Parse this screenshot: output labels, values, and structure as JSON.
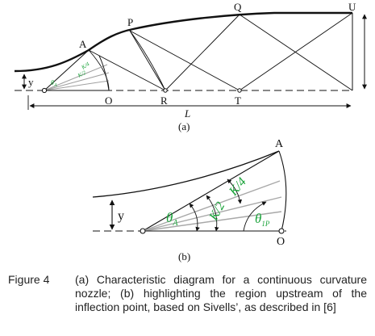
{
  "diagram_a": {
    "points": {
      "A": "A",
      "P": "P",
      "Q": "Q",
      "U": "U",
      "O": "O",
      "R": "R",
      "T": "T"
    },
    "y_label": "y",
    "L_label": "L",
    "theta": "θ",
    "theta_sub": "A",
    "k4": "K/4",
    "k2": "K/2",
    "panel": "(a)"
  },
  "diagram_b": {
    "A": "A",
    "O": "O",
    "y_label": "y",
    "theta": "θ",
    "theta_A_sub": "A",
    "theta_1P_sub": "1P",
    "k4": "K/4",
    "k2": "K/2",
    "panel": "(b)"
  },
  "caption": {
    "number": "Figure 4",
    "text": "(a) Characteristic diagram for a continuous curvature nozzle; (b) highlighting the region upstream of the inflection point, based on Sivells’, as described in [6]"
  },
  "colors": {
    "line": "#111111",
    "accent": "#1aa33a",
    "fan": "#a0a0a0"
  }
}
